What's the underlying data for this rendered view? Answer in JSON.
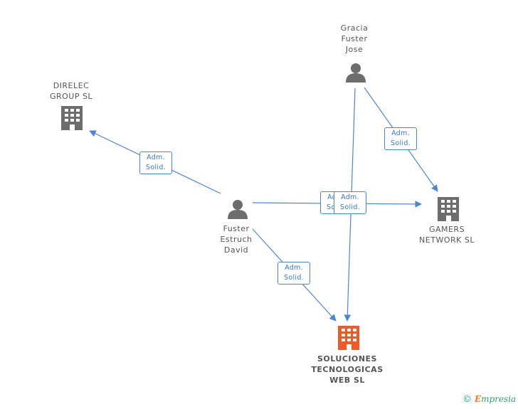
{
  "nodes": {
    "gracia": {
      "label": "Gracia\nFuster\nJose",
      "type": "person"
    },
    "fuster": {
      "label": "Fuster\nEstruch\nDavid",
      "type": "person"
    },
    "direlec": {
      "label": "DIRELEC\nGROUP  SL",
      "type": "company"
    },
    "gamers": {
      "label": "GAMERS\nNETWORK SL",
      "type": "company"
    },
    "soluciones": {
      "label": "SOLUCIONES\nTECNOLOGICAS\nWEB  SL",
      "type": "company-main"
    }
  },
  "edge_label": "Adm.\nSolid.",
  "colors": {
    "edge": "#4a86d8",
    "icon": "#6d6d6d",
    "main_icon": "#f05a28"
  },
  "brand": {
    "copyright": "©",
    "e": "E",
    "rest": "mpresia"
  }
}
